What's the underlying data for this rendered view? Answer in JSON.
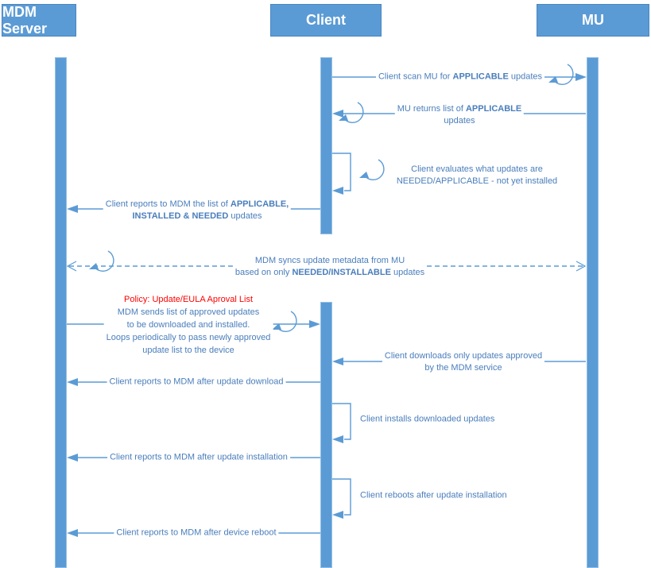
{
  "actors": {
    "mdm": "MDM Server",
    "client": "Client",
    "mu": "MU"
  },
  "colors": {
    "accent_blue": "#5B9BD5",
    "label_blue": "#4A7EBB",
    "policy_red": "#FF0000"
  },
  "messages": {
    "scan": {
      "pre": "Client scan MU for ",
      "bold": "APPLICABLE",
      "post": " updates"
    },
    "returns": {
      "l1_pre": "MU returns list of ",
      "l1_bold": "APPLICABLE",
      "l2": "updates"
    },
    "evaluate": {
      "l1": "Client evaluates what updates are",
      "l2": "NEEDED/APPLICABLE - not yet installed"
    },
    "report_list": {
      "l1_pre": "Client reports to MDM the list of ",
      "l1_bold": "APPLICABLE,",
      "l2_bold": "INSTALLED & NEEDED",
      "l2_post": " updates"
    },
    "sync": {
      "l1": "MDM syncs update metadata from MU",
      "l2_pre": "based on only ",
      "l2_bold": "NEEDED/INSTALLABLE",
      "l2_post": " updates"
    },
    "policy": {
      "title": "Policy: Update/EULA Aproval List",
      "l1": "MDM sends list of approved updates",
      "l2": "to be downloaded and installed.",
      "l3": "Loops periodically to pass newly approved",
      "l4": "update list to the device"
    },
    "download": {
      "l1": "Client downloads only updates approved",
      "l2": "by the MDM service"
    },
    "report_download": "Client reports to MDM after update download",
    "install": "Client installs downloaded updates",
    "report_install": "Client reports to MDM after update installation",
    "reboot": "Client reboots after update installation",
    "report_reboot": "Client reports to MDM after device reboot"
  }
}
